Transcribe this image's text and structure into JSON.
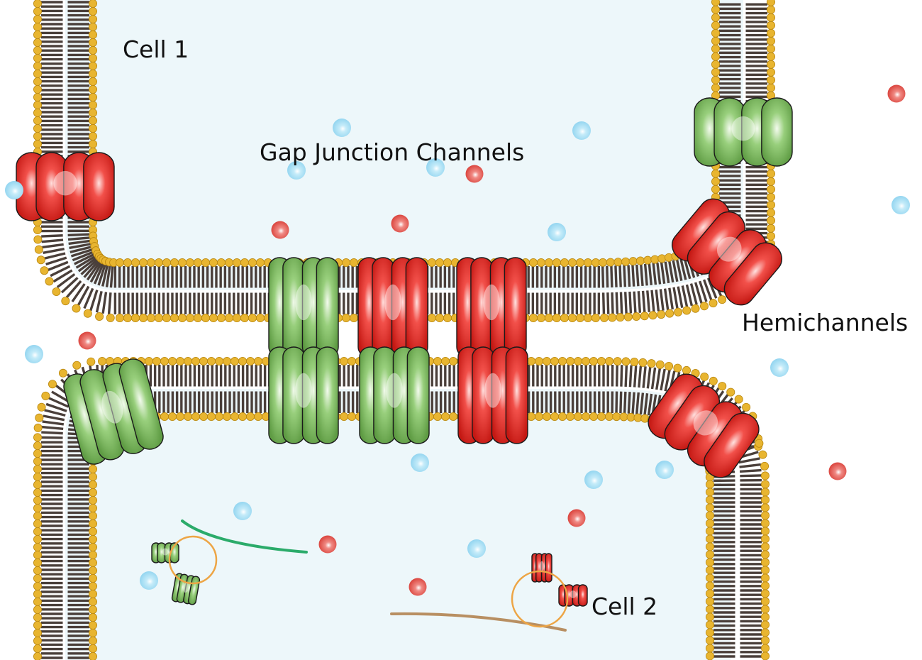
{
  "labels": {
    "cell1": "Cell 1",
    "cell2": "Cell 2",
    "gap_junction": "Gap Junction Channels",
    "hemichannels": "Hemichannels"
  },
  "colors": {
    "cytoplasm": "#edf7fa",
    "head_group": "#e8b530",
    "head_edge": "#b9870f",
    "tail": "#4a3f3a",
    "connexin_red": "#d9231f",
    "connexin_green": "#7fbd5e",
    "ion_blue": "#9fdcf3",
    "ion_red": "#e04a44",
    "vesicle": "#eda545",
    "filament_green": "#2bab6a",
    "filament_tan": "#b88f62"
  },
  "icons": {
    "channel": "connexon-icon",
    "ion": "ion-dot-icon",
    "vesicle": "vesicle-icon",
    "filament": "cytoskeleton-filament-icon"
  }
}
